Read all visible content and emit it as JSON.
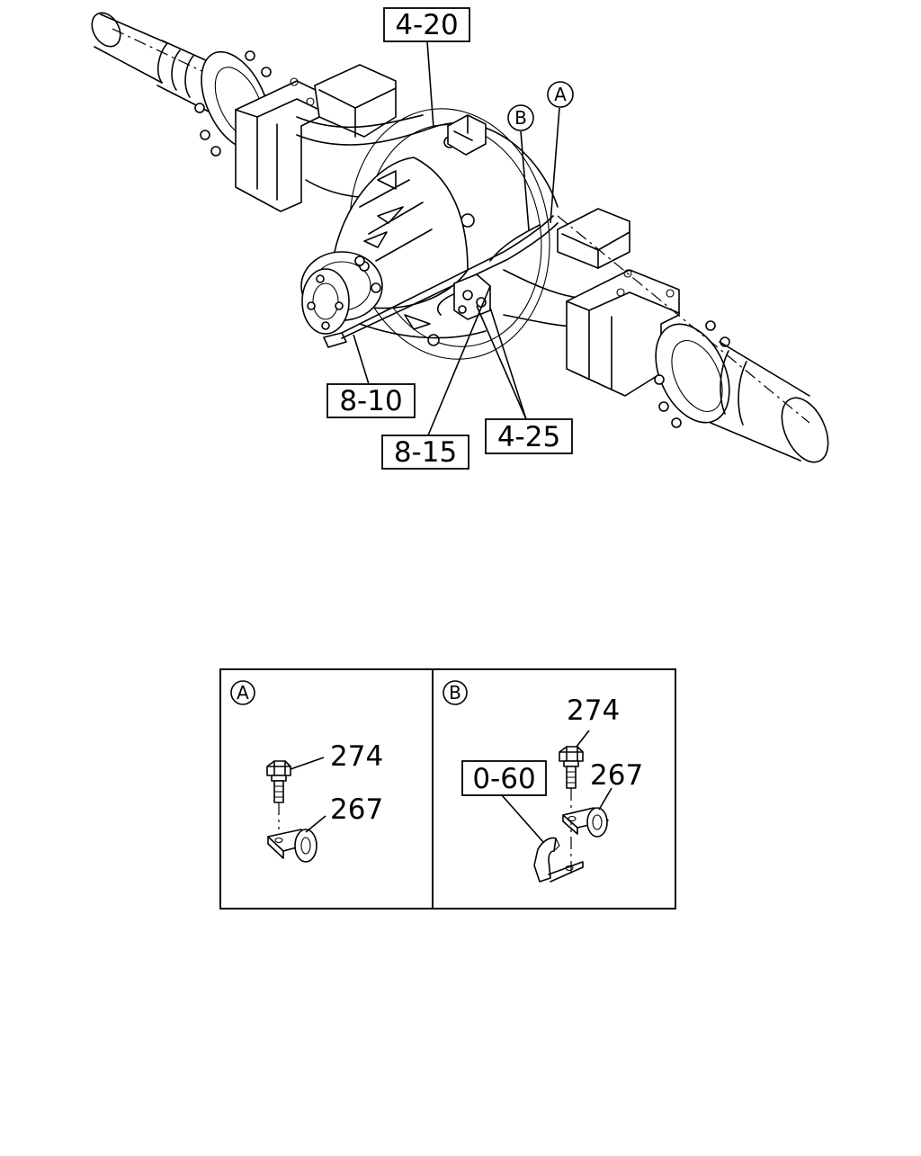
{
  "callouts": {
    "c_4_20": "4-20",
    "c_8_10": "8-10",
    "c_8_15": "8-15",
    "c_4_25": "4-25",
    "c_0_60": "0-60"
  },
  "markers": {
    "a": "A",
    "b": "B"
  },
  "detail_a": {
    "marker": "A",
    "part_bolt": "274",
    "part_clip": "267"
  },
  "detail_b": {
    "marker": "B",
    "part_bolt": "274",
    "part_clip": "267"
  }
}
